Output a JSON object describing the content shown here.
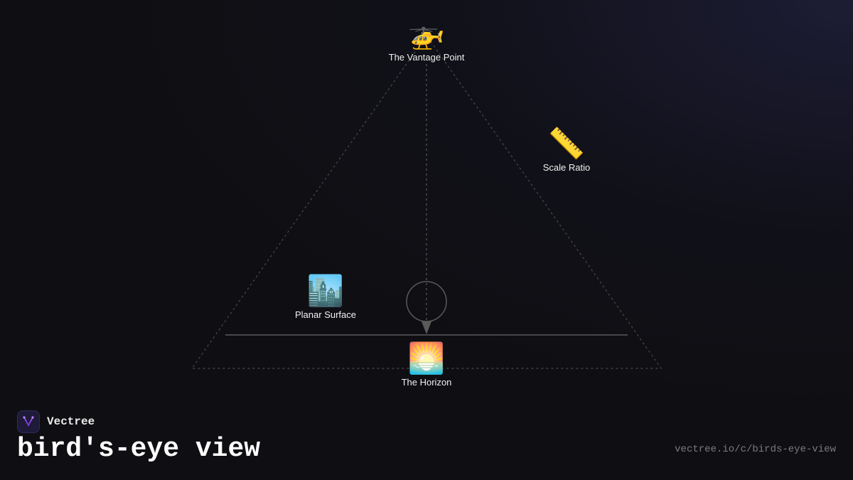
{
  "diagram": {
    "nodes": [
      {
        "id": "vantage",
        "emoji": "🚁",
        "label": "The Vantage Point"
      },
      {
        "id": "scale",
        "emoji": "📏",
        "label": "Scale Ratio"
      },
      {
        "id": "planar",
        "emoji": "🏙️",
        "label": "Planar Surface"
      },
      {
        "id": "horizon",
        "emoji": "🌅",
        "label": "The Horizon"
      }
    ]
  },
  "brand": {
    "name": "Vectree"
  },
  "page": {
    "title": "bird's-eye view",
    "url": "vectree.io/c/birds-eye-view"
  },
  "colors": {
    "background": "#0f0f13",
    "line": "#4a4a4a",
    "logo_accent": "#a855f7"
  }
}
